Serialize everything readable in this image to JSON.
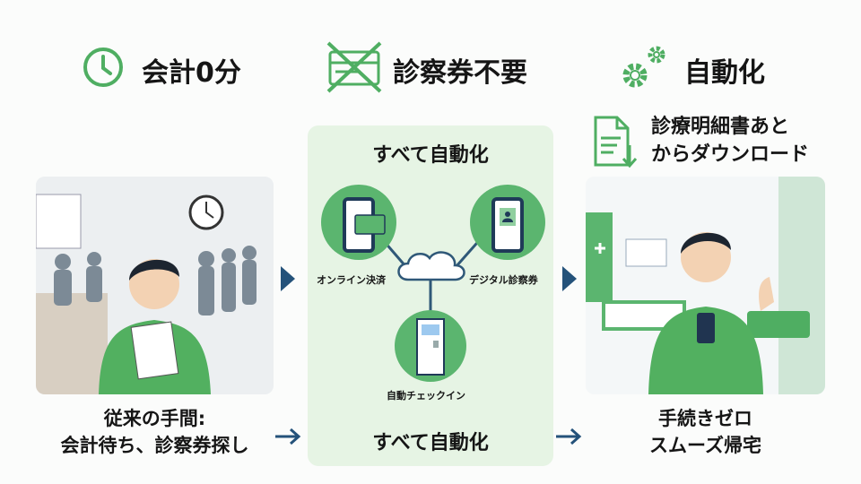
{
  "headers": {
    "zero_wait": "会計0分",
    "no_card": "診察券不要",
    "automation": "自動化"
  },
  "statement": {
    "line1": "診療明細書あと",
    "line2": "からダウンロード"
  },
  "center": {
    "title": "すべて自動化",
    "online_payment": "オンライン決済",
    "digital_card": "デジタル診察券",
    "auto_checkin": "自動チェックイン",
    "footer": "すべて自動化"
  },
  "before": {
    "line1": "従来の手間:",
    "line2": "会計待ち、診察券探し"
  },
  "after": {
    "line1": "手続きゼロ",
    "line2": "スムーズ帰宅"
  },
  "colors": {
    "green": "#4fae62",
    "dark_blue": "#24527a",
    "panel": "#e6f4e4"
  }
}
